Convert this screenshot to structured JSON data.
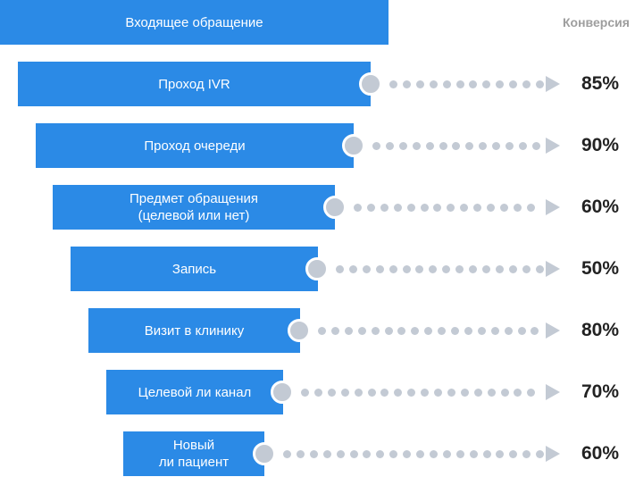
{
  "header": {
    "title": "Входящее обращение",
    "conversion_label": "Конверсия"
  },
  "stages": [
    {
      "label": "Проход IVR",
      "conversion": "85%"
    },
    {
      "label": "Проход очереди",
      "conversion": "90%"
    },
    {
      "label": "Предмет обращения\n(целевой или нет)",
      "conversion": "60%"
    },
    {
      "label": "Запись",
      "conversion": "50%"
    },
    {
      "label": "Визит в клинику",
      "conversion": "80%"
    },
    {
      "label": "Целевой ли канал",
      "conversion": "70%"
    },
    {
      "label": "Новый\nли пациент",
      "conversion": "60%"
    }
  ],
  "colors": {
    "bar": "#2b8ae6",
    "connector": "#c3cad4",
    "percent_text": "#222222",
    "header_label": "#9e9e9e"
  }
}
